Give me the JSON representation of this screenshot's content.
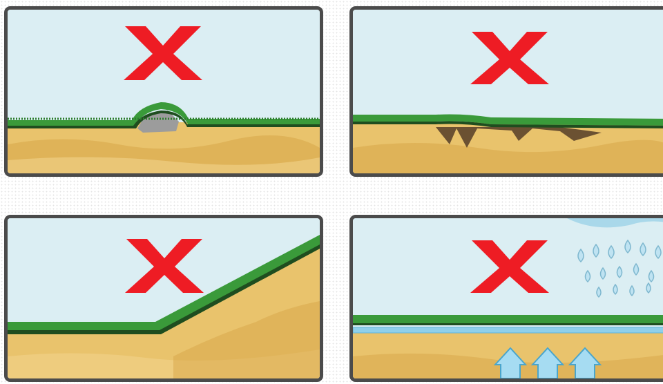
{
  "colors": {
    "sky": "#dbeef3",
    "grass": "#3a9a3a",
    "grass_dark": "#1f6e1f",
    "soil": "#e9c36c",
    "soil_dark": "#d7a548",
    "cross": "#ee1c24",
    "frame": "#4b4b4b",
    "water": "#7fc7e6"
  },
  "panels": [
    {
      "id": "rock-under-turf",
      "icon": "cross-icon"
    },
    {
      "id": "uneven-hollow-ground",
      "icon": "cross-icon"
    },
    {
      "id": "slope",
      "icon": "cross-icon"
    },
    {
      "id": "waterlogging",
      "icon": "cross-icon"
    }
  ]
}
